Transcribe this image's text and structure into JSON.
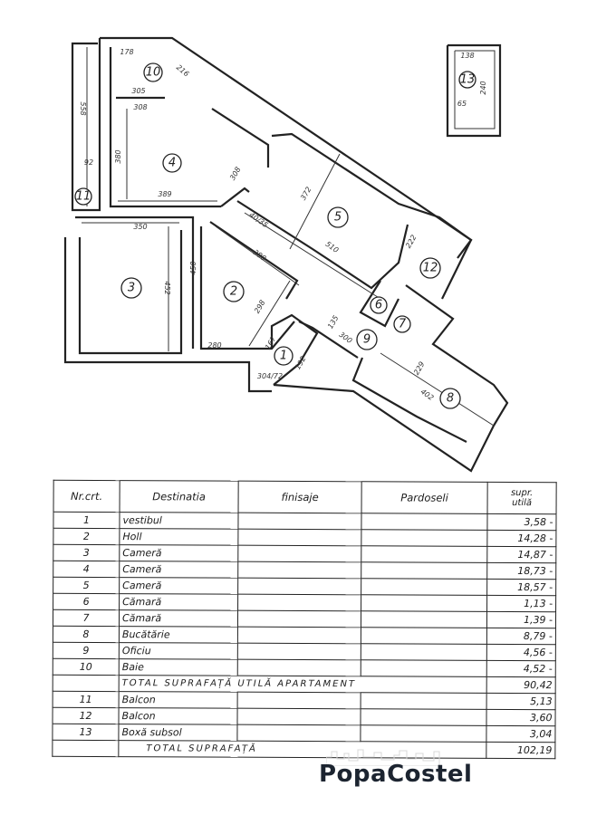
{
  "plan": {
    "rooms": [
      "1",
      "2",
      "3",
      "4",
      "5",
      "6",
      "7",
      "8",
      "9",
      "10",
      "11",
      "12",
      "13"
    ],
    "dimensions": {
      "d178": "178",
      "d216": "216",
      "d305": "305",
      "d308a": "308",
      "d558": "558",
      "d380a": "380",
      "d92": "92",
      "d389": "389",
      "d308b": "308",
      "d350": "350",
      "d452": "452",
      "d450": "450",
      "d380b": "380",
      "d298": "298",
      "d280": "280",
      "d167": "167",
      "d192": "192",
      "d304": "304/72",
      "d372": "372",
      "d510": "510",
      "d222": "222",
      "d135": "135",
      "d300": "300",
      "d229": "229",
      "d402": "402",
      "d138": "138",
      "d240": "240",
      "d65": "65",
      "d4035": "40/35"
    }
  },
  "table": {
    "headers": {
      "nr": "Nr.crt.",
      "dest": "Destinatia",
      "fin": "finisaje",
      "pard": "Pardoseli",
      "supr1": "supr.",
      "supr2": "utilă"
    },
    "rows": [
      {
        "nr": "1",
        "dest": "vestibul",
        "supr": "3,58 -"
      },
      {
        "nr": "2",
        "dest": "Holl",
        "supr": "14,28 -"
      },
      {
        "nr": "3",
        "dest": "Cameră",
        "supr": "14,87 -"
      },
      {
        "nr": "4",
        "dest": "Cameră",
        "supr": "18,73 -"
      },
      {
        "nr": "5",
        "dest": "Cameră",
        "supr": "18,57 -"
      },
      {
        "nr": "6",
        "dest": "Cămară",
        "supr": "1,13 -"
      },
      {
        "nr": "7",
        "dest": "Cămară",
        "supr": "1,39 -"
      },
      {
        "nr": "8",
        "dest": "Bucătărie",
        "supr": "8,79 -"
      },
      {
        "nr": "9",
        "dest": "Oficiu",
        "supr": "4,56 -"
      },
      {
        "nr": "10",
        "dest": "Baie",
        "supr": "4,52 -"
      }
    ],
    "total_util": {
      "label": "TOTAL  SUPRAFAȚĂ  UTILĂ  APARTAMENT",
      "value": "90,42"
    },
    "extra_rows": [
      {
        "nr": "11",
        "dest": "Balcon",
        "supr": "5,13"
      },
      {
        "nr": "12",
        "dest": "Balcon",
        "supr": "3,60"
      },
      {
        "nr": "13",
        "dest": "Boxă subsol",
        "supr": "3,04"
      }
    ],
    "total": {
      "label": "TOTAL   SUPRAFAȚĂ",
      "value": "102,19"
    }
  },
  "logo": "PopaCostel"
}
